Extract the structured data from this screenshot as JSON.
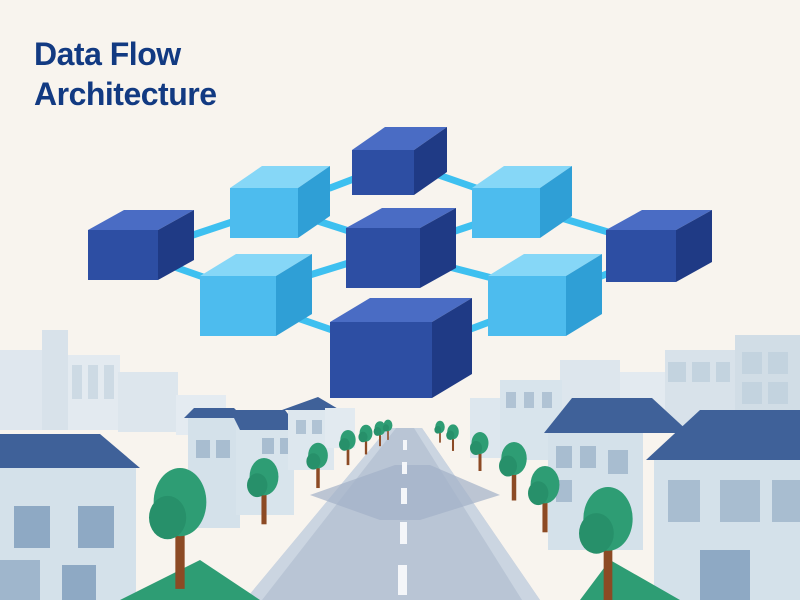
{
  "title": {
    "line1": "Data Flow",
    "line2": "Architecture"
  },
  "colors": {
    "background": "#f8f4ee",
    "title": "#123a82",
    "node_dark": "#2d4ea3",
    "node_light": "#4dbcee",
    "connector": "#3ec0f0",
    "building": "#d4e1ea",
    "roof": "#3f6199",
    "road": "#b9c5d5",
    "tree": "#2e9d74",
    "trunk": "#8c4a24"
  },
  "diagram": {
    "node_count": 9,
    "connection_count": 12
  }
}
